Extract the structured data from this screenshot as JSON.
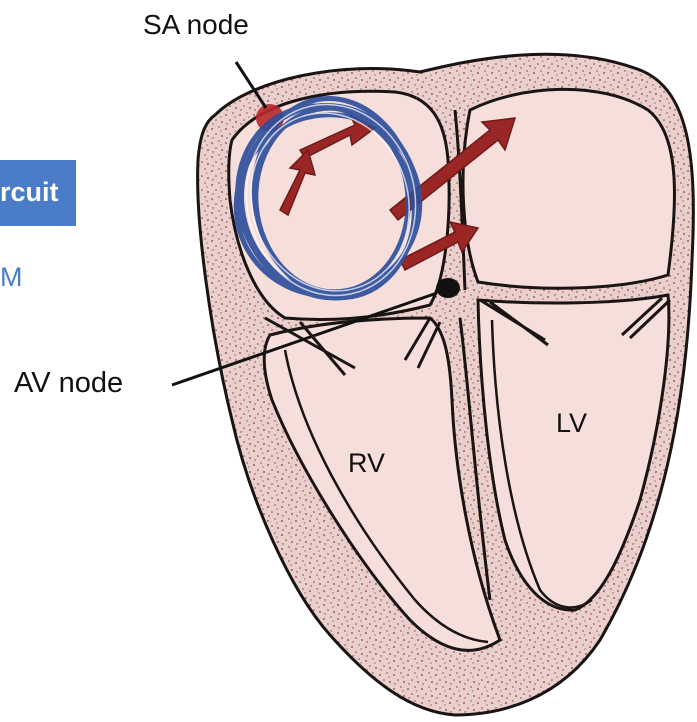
{
  "labels": {
    "sa_node": "SA node",
    "av_node": "AV node",
    "rv": "RV",
    "lv": "LV"
  },
  "slide_fragments": {
    "tab_text": "rcuit",
    "side_text": "M"
  },
  "colors": {
    "wall_fill": "#ead0cc",
    "wall_speckle": "#8c3a3a",
    "chamber_fill": "#f6dfdb",
    "outline": "#1a1414",
    "arrow_red": "#9a2626",
    "node_red": "#b8282c",
    "circuit_blue": "#2f4f9c",
    "tab_blue": "#4a7cc7"
  }
}
